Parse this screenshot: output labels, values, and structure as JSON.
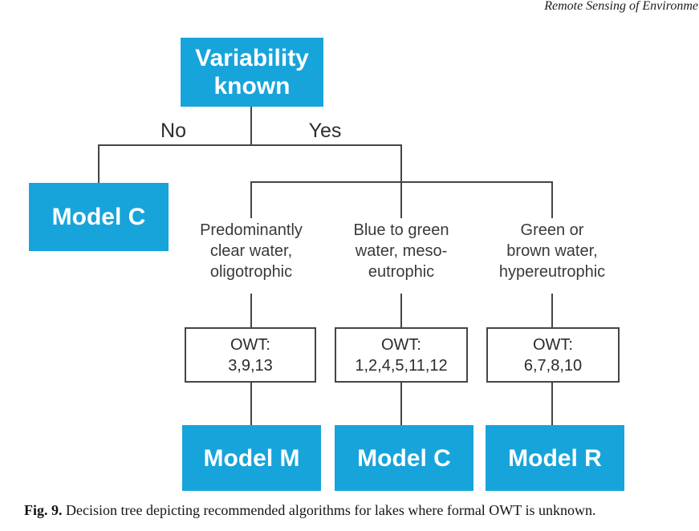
{
  "journal_header": "Remote Sensing of Environme",
  "colors": {
    "accent_cyan": "#17a4db",
    "line": "#454545"
  },
  "tree": {
    "root_lines": [
      "Variability",
      "known"
    ],
    "no_label": "No",
    "yes_label": "Yes",
    "no_model": "Model C",
    "branches": [
      {
        "desc_lines": [
          "Predominantly",
          "clear water,",
          "oligotrophic"
        ],
        "owt_label": "OWT:",
        "owt_values": "3,9,13",
        "model": "Model M"
      },
      {
        "desc_lines": [
          "Blue to green",
          "water, meso-",
          "eutrophic"
        ],
        "owt_label": "OWT:",
        "owt_values": "1,2,4,5,11,12",
        "model": "Model C"
      },
      {
        "desc_lines": [
          "Green or",
          "brown water,",
          "hypereutrophic"
        ],
        "owt_label": "OWT:",
        "owt_values": "6,7,8,10",
        "model": "Model R"
      }
    ]
  },
  "caption": {
    "label": "Fig. 9.",
    "text": "Decision tree depicting recommended algorithms for lakes where formal OWT is unknown."
  }
}
